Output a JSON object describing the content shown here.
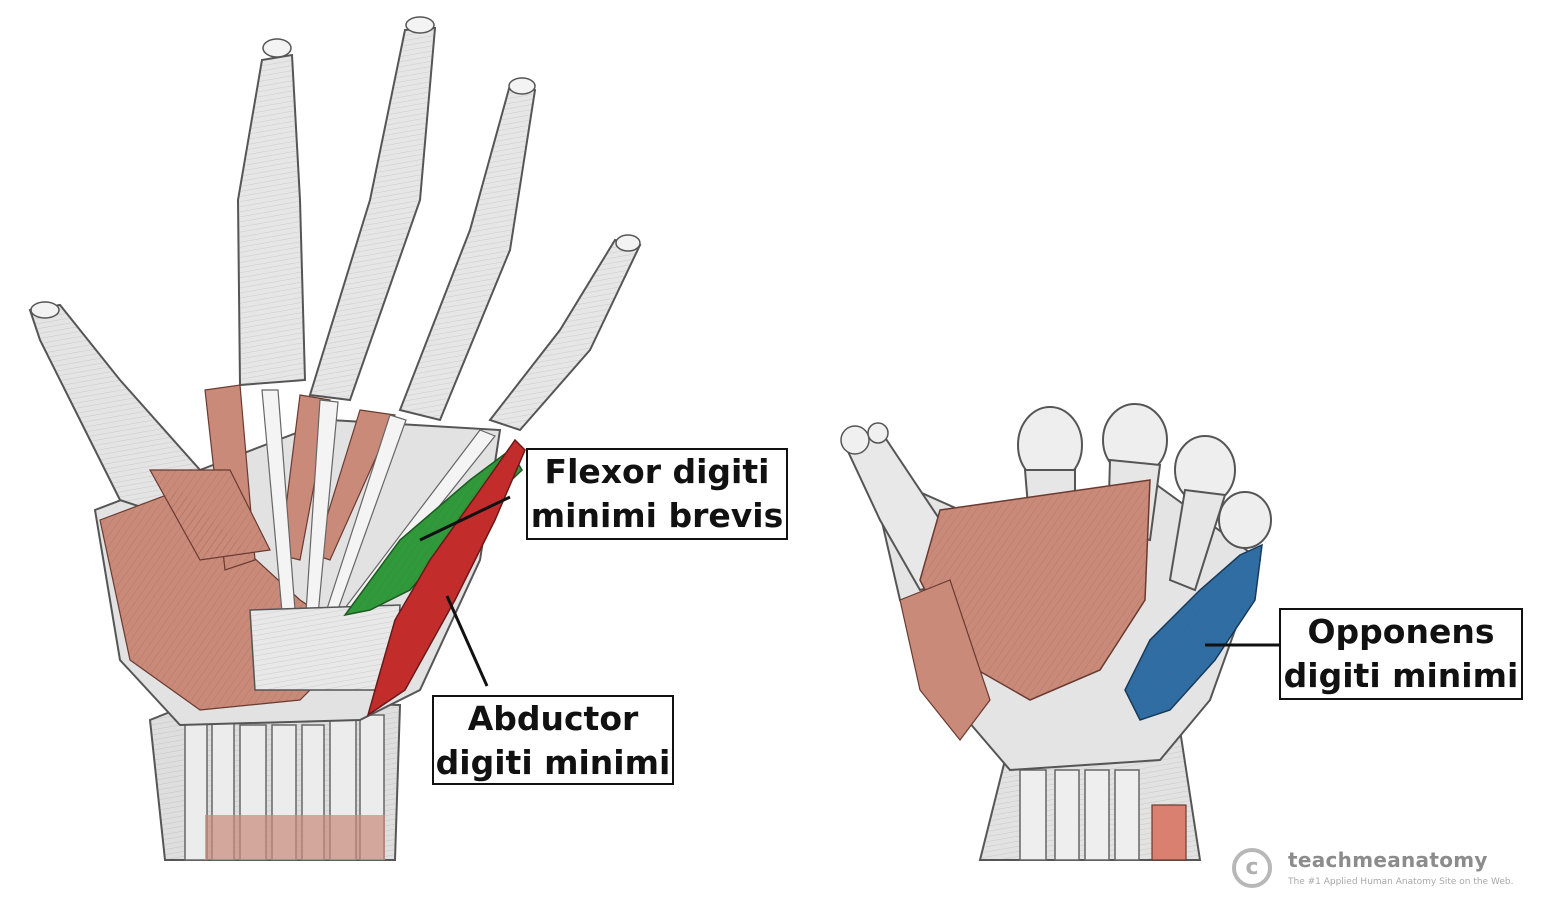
{
  "labels": {
    "flexor_digiti_minimi_brevis": [
      "Flexor digiti",
      "minimi brevis"
    ],
    "abductor_digiti_minimi": [
      "Abductor",
      "digiti minimi"
    ],
    "opponens_digiti_minimi": [
      "Opponens",
      "digiti minimi"
    ]
  },
  "watermark": {
    "logo_glyph": "c",
    "name": "teachmeanatomy",
    "tagline": "The #1 Applied Human Anatomy Site on the Web."
  },
  "colors": {
    "flexor_digiti_minimi_brevis": "#2e9a3a",
    "abductor_digiti_minimi": "#c42c2c",
    "opponens_digiti_minimi": "#2e6ea4",
    "muscle": "#c98a7a",
    "tendon": "#e6e6e6",
    "outline": "#555555"
  }
}
